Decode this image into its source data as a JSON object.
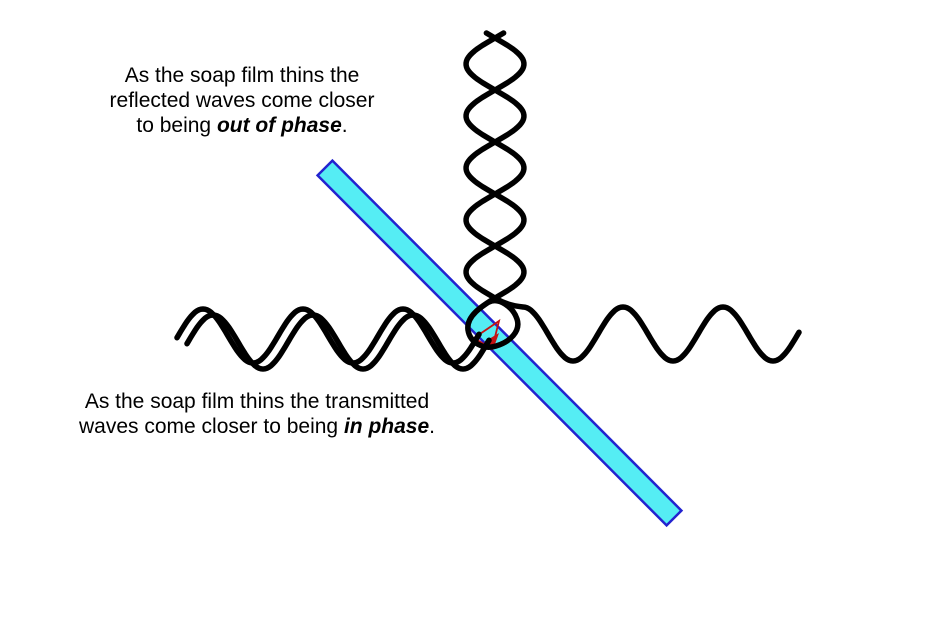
{
  "captions": {
    "reflected": {
      "line1": "As the soap film thins the",
      "line2": "reflected waves come closer",
      "line3_prefix": "to being ",
      "line3_emphasis": "out of phase",
      "line3_suffix": "."
    },
    "transmitted": {
      "line1": "As the soap film thins the transmitted",
      "line2_prefix": "waves come closer to being ",
      "line2_emphasis": "in phase",
      "line2_suffix": "."
    }
  },
  "colors": {
    "background": "#ffffff",
    "film_fill": "#55EDF4",
    "film_border": "#2323CF",
    "wave_stroke": "#000000",
    "ray_stroke": "#C41212",
    "text": "#000000"
  }
}
